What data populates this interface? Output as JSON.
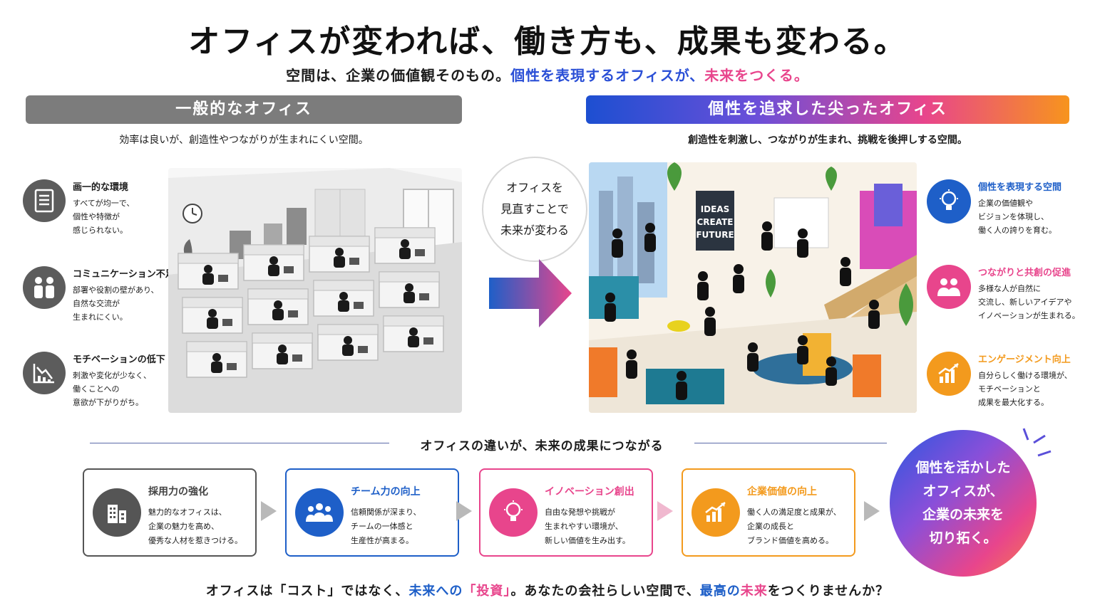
{
  "header": {
    "title": "オフィスが変われば、働き方も、成果も変わる。",
    "subtitle_a": "空間は、企業の価値観そのもの。",
    "subtitle_b": "個性を表現するオフィスが、",
    "subtitle_c": "未来をつくる。"
  },
  "left": {
    "heading": "一般的なオフィス",
    "description": "効率は良いが、創造性やつながりが生まれにくい空間。",
    "features": [
      {
        "title": "画一的な環境",
        "desc": "すべてが均一で、\n個性や特徴が\n感じられない。",
        "icon": "document-list-icon"
      },
      {
        "title": "コミュニケーション不足",
        "desc": "部署や役割の壁があり、\n自然な交流が\n生まれにくい。",
        "icon": "two-people-icon"
      },
      {
        "title": "モチベーションの低下",
        "desc": "刺激や変化が少なく、\n働くことへの\n意欲が下がりがち。",
        "icon": "declining-chart-icon"
      }
    ]
  },
  "middle": {
    "circle_text": "オフィスを\n見直すことで\n未来が変わる"
  },
  "right": {
    "heading": "個性を追求した尖ったオフィス",
    "description": "創造性を刺激し、つながりが生まれ、挑戦を後押しする空間。",
    "poster": [
      "IDEAS",
      "CREATE",
      "FUTURE"
    ],
    "features": [
      {
        "title": "個性を表現する空間",
        "desc": "企業の価値観や\nビジョンを体現し、\n働く人の誇りを育む。",
        "icon": "lightbulb-icon",
        "color": "#1e5fc8"
      },
      {
        "title": "つながりと共創の促進",
        "desc": "多様な人が自然に\n交流し、新しいアイデアや\nイノベーションが生まれる。",
        "icon": "people-icon",
        "color": "#e8458c"
      },
      {
        "title": "エンゲージメント向上",
        "desc": "自分らしく働ける環境が、\nモチベーションと\n成果を最大化する。",
        "icon": "growth-chart-icon",
        "color": "#f39a1d"
      }
    ]
  },
  "bottom": {
    "divider": "オフィスの違いが、未来の成果につながる",
    "cards": [
      {
        "title": "採用力の強化",
        "desc": "魅力的なオフィスは、\n企業の魅力を高め、\n優秀な人材を惹きつける。",
        "icon": "building-icon",
        "color": "#555555",
        "title_color": "#444444"
      },
      {
        "title": "チーム力の向上",
        "desc": "信頼関係が深まり、\nチームの一体感と\n生産性が高まる。",
        "icon": "team-icon",
        "color": "#1e5fc8",
        "title_color": "#1e5fc8"
      },
      {
        "title": "イノベーション創出",
        "desc": "自由な発想や挑戦が\n生まれやすい環境が、\n新しい価値を生み出す。",
        "icon": "lightbulb-icon",
        "color": "#e8458c",
        "title_color": "#e8458c"
      },
      {
        "title": "企業価値の向上",
        "desc": "働く人の満足度と成果が、\n企業の成長と\nブランド価値を高める。",
        "icon": "growth-chart-icon",
        "color": "#f39a1d",
        "title_color": "#f39a1d"
      }
    ],
    "circle_text": "個性を活かした\nオフィスが、\n企業の未来を\n切り拓く。"
  },
  "footer": {
    "part1": "オフィスは「コスト」ではなく、",
    "part2": "未来への",
    "part3": "「投資」",
    "part4": "。あなたの会社らしい空間で、",
    "part5": "最高の",
    "part6": "未来",
    "part7": "をつくりませんか？"
  }
}
